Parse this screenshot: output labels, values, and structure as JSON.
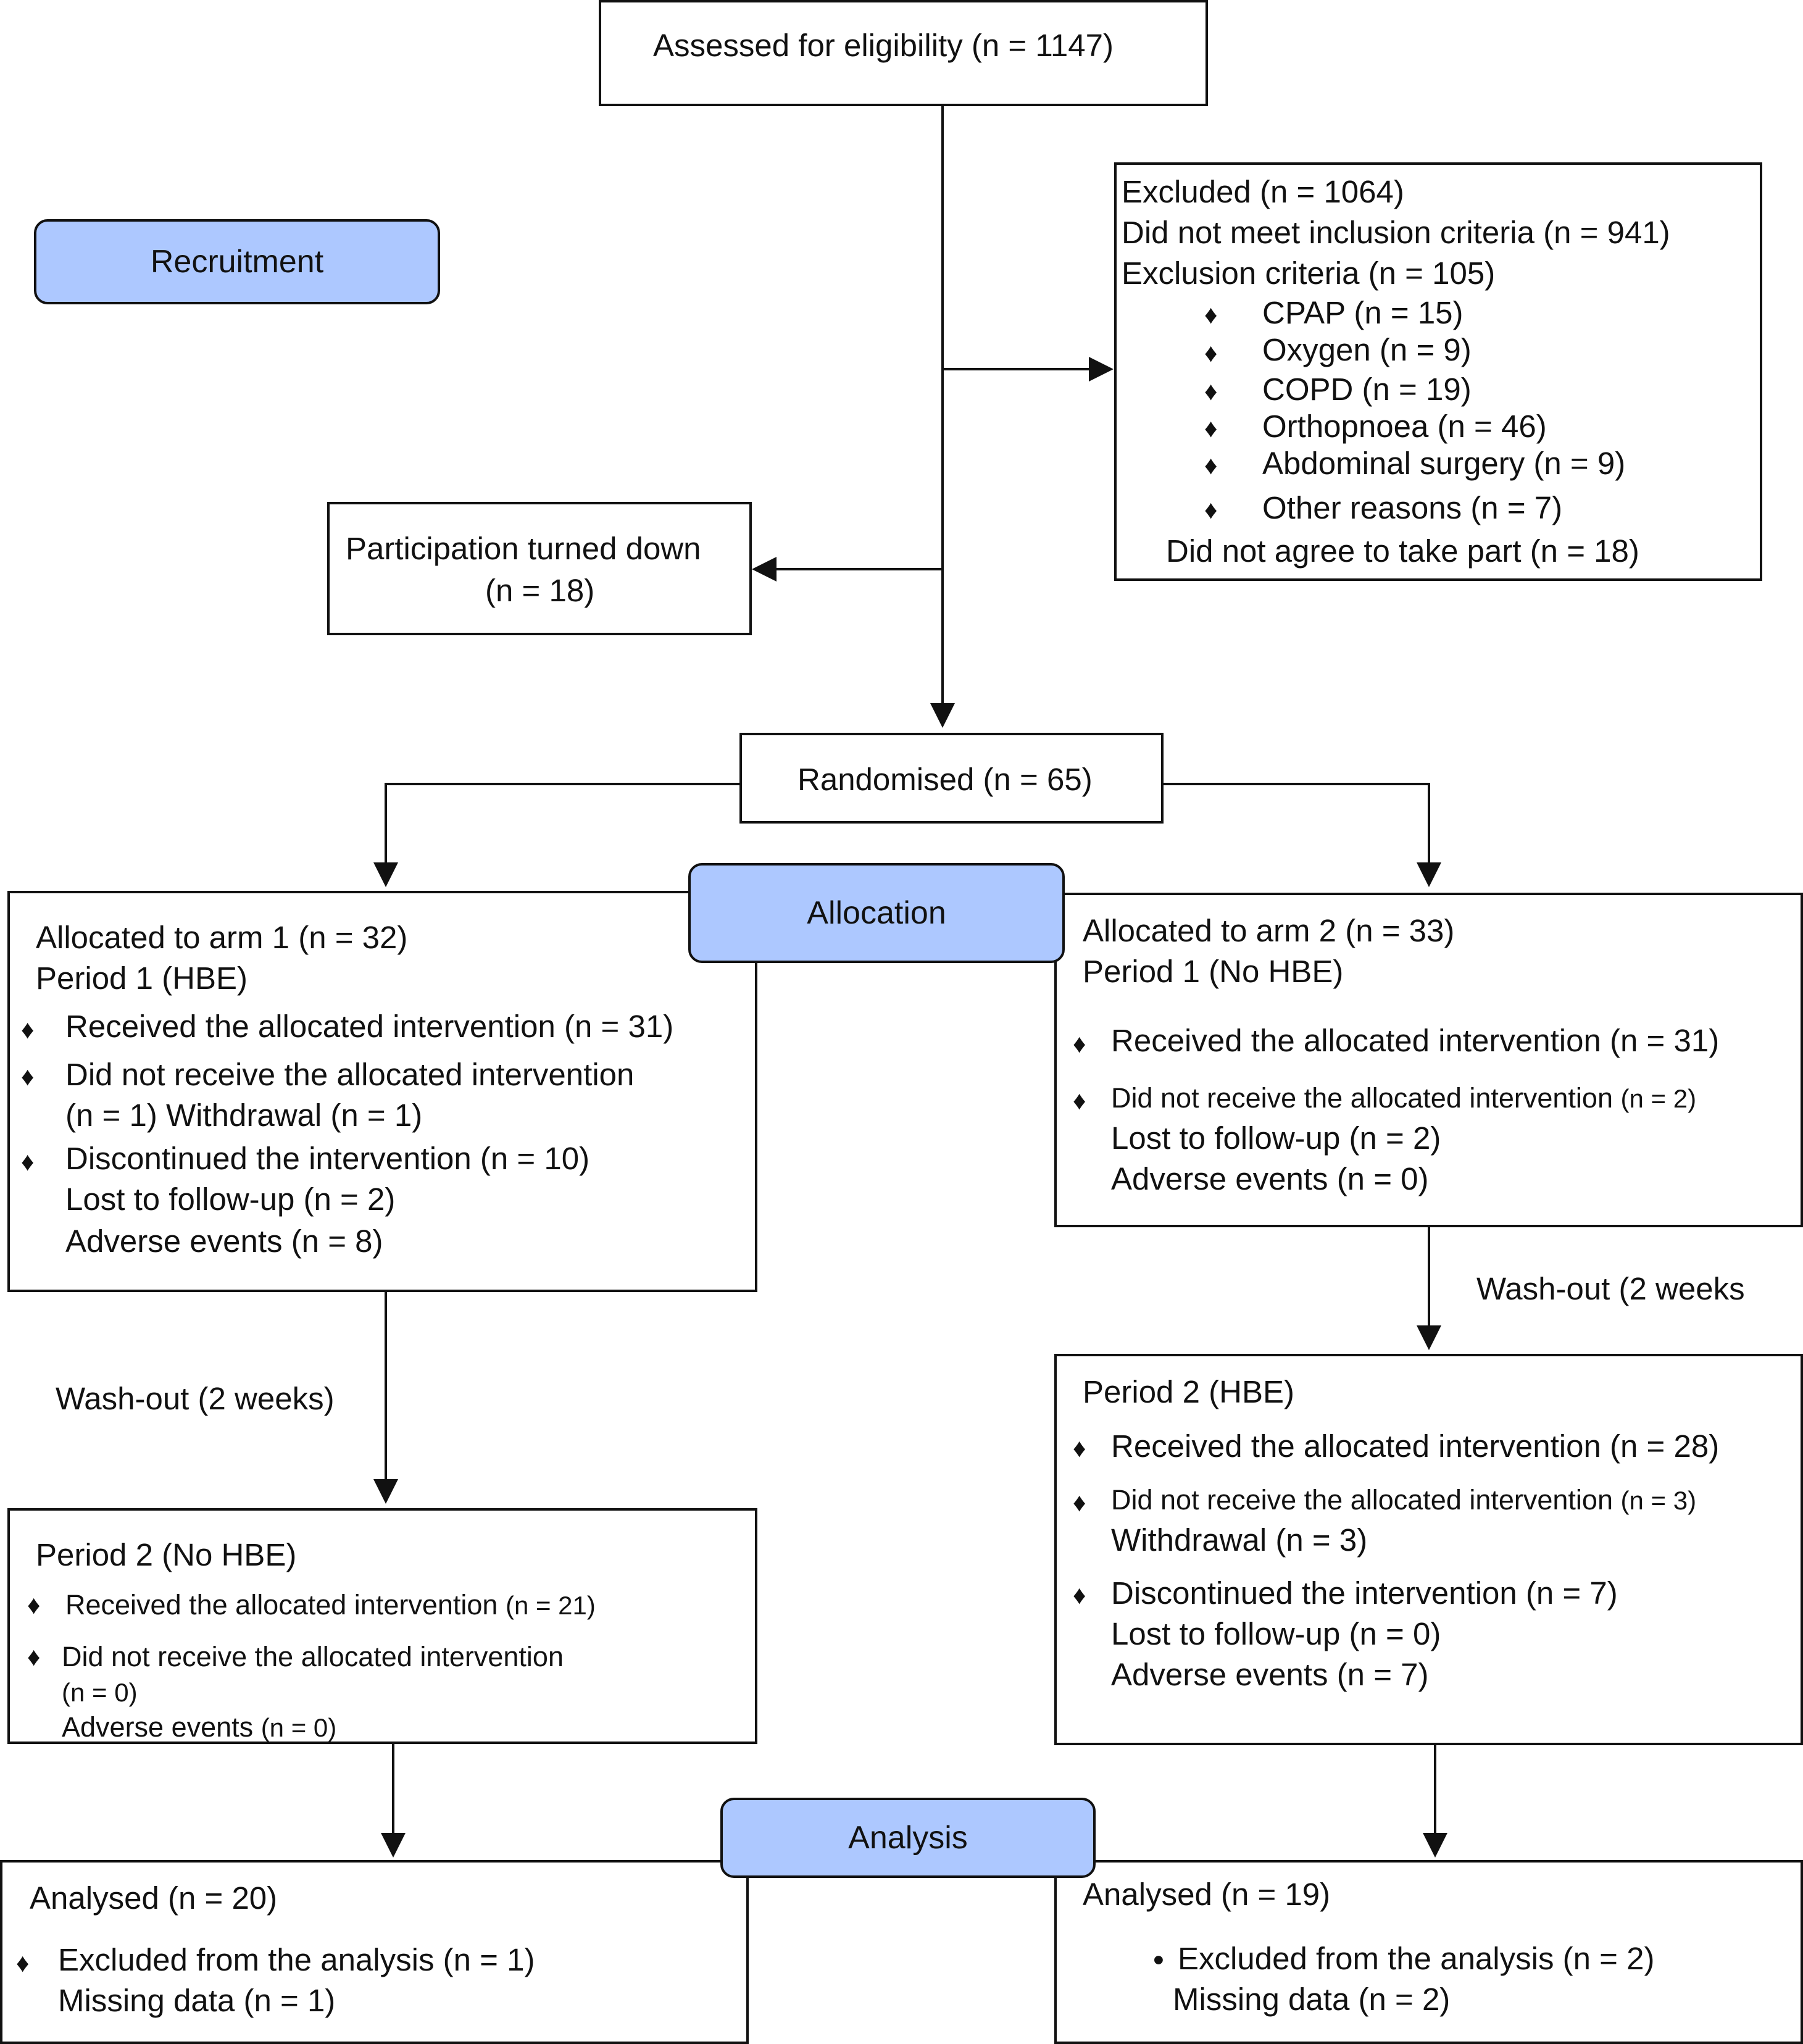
{
  "stages": {
    "recruitment": "Recruitment",
    "allocation": "Allocation",
    "analysis": "Analysis"
  },
  "assessed": "Assessed for eligibility (n = 1147)",
  "excluded": {
    "title": "Excluded (n = 1064)",
    "not_meet": "Did not meet inclusion criteria (n = 941)",
    "criteria": "Exclusion criteria (n = 105)",
    "reasons": [
      "CPAP (n = 15)",
      "Oxygen (n = 9)",
      "COPD (n = 19)",
      "Orthopnoea (n = 46)",
      "Abdominal surgery (n = 9)",
      "Other reasons (n = 7)"
    ],
    "not_agree": "Did not agree to take part (n = 18)"
  },
  "turned_down": {
    "line1": "Participation turned down",
    "line2": "(n = 18)"
  },
  "randomised": "Randomised (n = 65)",
  "bullet": "♦",
  "dot": "•",
  "arm1": {
    "title": "Allocated to arm 1 (n = 32)",
    "period": "Period 1 (HBE)",
    "received": "Received the allocated intervention (n = 31)",
    "not_received_1": "Did not receive the allocated intervention",
    "not_received_2": "(n = 1) Withdrawal (n = 1)",
    "discontinued": "Discontinued the intervention (n = 10)",
    "lost": "Lost to follow-up (n = 2)",
    "adverse": "Adverse events (n = 8)"
  },
  "arm2": {
    "title": "Allocated to arm 2 (n = 33)",
    "period": "Period 1 (No HBE)",
    "received": "Received the allocated intervention (n = 31)",
    "not_received": "Did not receive the allocated intervention",
    "not_received_n": "(n = 2)",
    "lost": "Lost to follow-up (n = 2)",
    "adverse": "Adverse events (n = 0)"
  },
  "washout": "Wash-out (2 weeks)",
  "washout_right": "Wash-out (2 weeks",
  "p2_left": {
    "title": "Period 2 (No HBE)",
    "received": "Received the allocated intervention",
    "received_n": "(n = 21)",
    "not_received": "Did not receive the allocated intervention",
    "n0": "(n = 0)",
    "adverse": "Adverse events",
    "adverse_n": "(n = 0)"
  },
  "p2_right": {
    "title": "Period 2 (HBE)",
    "received": "Received the allocated intervention (n = 28)",
    "not_received": "Did not receive the allocated intervention",
    "not_received_n": "(n = 3)",
    "withdrawal": "Withdrawal (n = 3)",
    "discontinued": "Discontinued the intervention (n = 7)",
    "lost": "Lost to follow-up (n = 0)",
    "adverse": "Adverse events (n = 7)"
  },
  "an_left": {
    "title": "Analysed (n = 20)",
    "excluded": "Excluded from the analysis (n = 1)",
    "missing": "Missing data (n = 1)"
  },
  "an_right": {
    "title": "Analysed (n = 19)",
    "excluded": "Excluded from the analysis (n = 2)",
    "missing": "Missing data (n = 2)"
  }
}
